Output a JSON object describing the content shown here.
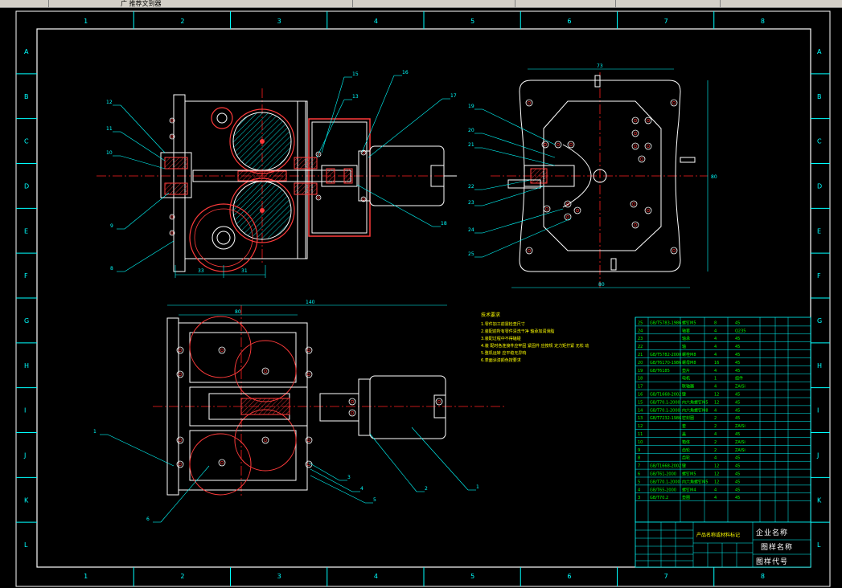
{
  "toolbar": {
    "items": [
      "广 推荐文到器"
    ]
  },
  "frame": {
    "col_labels": [
      "1",
      "2",
      "3",
      "4",
      "5",
      "6",
      "7",
      "8"
    ],
    "row_labels": [
      "A",
      "B",
      "C",
      "D",
      "E",
      "F",
      "G",
      "H",
      "I",
      "J",
      "K",
      "L"
    ]
  },
  "front_view": {
    "callouts": [
      "12",
      "11",
      "10",
      "9",
      "8",
      "15",
      "13",
      "16",
      "17",
      "18"
    ],
    "dims": [
      "33",
      "31"
    ]
  },
  "side_view": {
    "callouts": [
      "19",
      "20",
      "21",
      "22",
      "23",
      "24",
      "25"
    ],
    "dims": [
      "73",
      "80",
      "80"
    ]
  },
  "top_view": {
    "callouts": [
      "1",
      "6",
      "3",
      "4",
      "5",
      "2",
      "1"
    ],
    "dims": [
      "140",
      "80"
    ]
  },
  "notes": {
    "title": "技术要求",
    "lines": [
      "1.零件加工前需检查尺寸",
      "2.装配前所有零件清洗干净 轴承加润滑脂",
      "3.装配过程中不得磕碰",
      "4.装 配时各连接件应牢固 紧固件 应按规 定力矩拧紧 无松 动",
      "5.整机运转 应平稳无异响",
      "6.表面涂漆颜色按要求"
    ]
  },
  "bom": {
    "rows": [
      [
        "25",
        "GB/T5783-1986",
        "螺钉M5",
        "8",
        "45"
      ],
      [
        "24",
        "",
        "轴套",
        "4",
        "Q235"
      ],
      [
        "23",
        "",
        "轴承",
        "4",
        "45"
      ],
      [
        "22",
        "",
        "轴",
        "4",
        "45"
      ],
      [
        "21",
        "GB/T5782-2000",
        "螺栓M8",
        "4",
        "45"
      ],
      [
        "20",
        "GB/T6170-1986",
        "螺母M8",
        "16",
        "45"
      ],
      [
        "19",
        "GB/T6185",
        "垫片",
        "4",
        "45"
      ],
      [
        "18",
        "",
        "电机",
        "1",
        "组件"
      ],
      [
        "17",
        "",
        "联轴器",
        "4",
        "ZAlSi"
      ],
      [
        "16",
        "GB/T1668-2002",
        "键",
        "12",
        "45"
      ],
      [
        "15",
        "GB/T70.1-2000",
        "内六角螺钉M5",
        "12",
        "45"
      ],
      [
        "14",
        "GB/T70.1-2000",
        "内六角螺钉M8",
        "4",
        "45"
      ],
      [
        "13",
        "GB/T7232-1986",
        "密封圈",
        "2",
        "45"
      ],
      [
        "12",
        "",
        "套",
        "2",
        "ZAlSi"
      ],
      [
        "11",
        "",
        "盖",
        "4",
        "45"
      ],
      [
        "10",
        "",
        "箱体",
        "2",
        "ZAlSi"
      ],
      [
        "9",
        "",
        "齿轮",
        "2",
        "ZAlSi"
      ],
      [
        "8",
        "",
        "齿轮",
        "4",
        "45"
      ],
      [
        "7",
        "GB/T1668-2002",
        "键",
        "12",
        "45"
      ],
      [
        "6",
        "GB/T61-2000",
        "螺钉M5",
        "12",
        "45"
      ],
      [
        "5",
        "GB/T70.1-2000",
        "内六角螺钉M5",
        "12",
        "45"
      ],
      [
        "4",
        "GB/T65-2000",
        "螺钉M4",
        "4",
        "45"
      ],
      [
        "3",
        "GB/T70.2",
        "垫圈",
        "4",
        "45"
      ]
    ]
  },
  "title_block": {
    "company": "企业名称",
    "drawing_name": "图样名称",
    "drawing_code": "图样代号",
    "material_mark": "产品名称或材料标记"
  },
  "colors": {
    "frame": "#ffffff",
    "grid_cells": "#00ffff",
    "outline": "#ffffff",
    "gear": "#ff3b3b",
    "hatch": "#00ffff",
    "centerline": "#ff2020",
    "leader": "#00ffff",
    "notes_text": "#ffff00",
    "bom_line": "#00ffff",
    "bom_text": "#00ff00"
  }
}
